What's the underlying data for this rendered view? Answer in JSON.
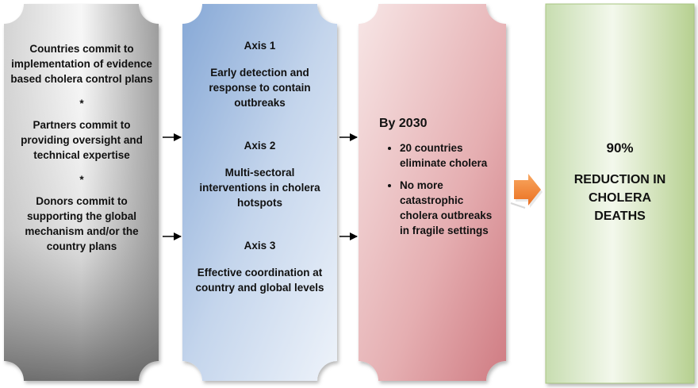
{
  "box1": {
    "paragraphs": [
      "Countries commit to implementation of evidence based cholera control plans",
      "*",
      "Partners commit to providing oversight and technical expertise",
      "*",
      "Donors commit to supporting the global mechanism and/or the country plans"
    ]
  },
  "box2": {
    "axes": [
      {
        "title": "Axis 1",
        "text": "Early detection and response to contain outbreaks"
      },
      {
        "title": "Axis 2",
        "text": "Multi-sectoral interventions in cholera hotspots"
      },
      {
        "title": "Axis 3",
        "text": "Effective coordination at country and global levels"
      }
    ]
  },
  "box3": {
    "title": "By 2030",
    "bullets": [
      "20 countries eliminate cholera",
      "No more catastrophic cholera outbreaks in fragile settings"
    ]
  },
  "box4": {
    "value": "90%",
    "text": "REDUCTION IN CHOLERA DEATHS"
  },
  "colors": {
    "box1": "#8a8a8a",
    "box2": "#8fb0d8",
    "box3": "#d98c92",
    "box4": "#b5d08f",
    "arrow": "#f28a3c"
  }
}
